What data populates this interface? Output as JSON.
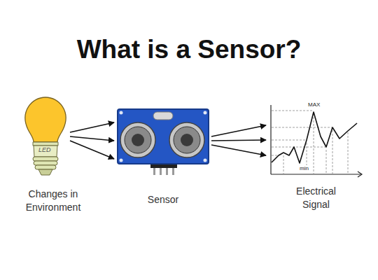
{
  "diagram": {
    "title": "What is a Sensor?",
    "nodes": [
      {
        "text": [
          "Changes in Environment"
        ]
      },
      {
        "text": [
          "Sensor"
        ]
      },
      {
        "text": [
          "Electrical Signal"
        ]
      }
    ],
    "edges": [
      {
        "from": 0,
        "to": 1,
        "arrow": "to"
      },
      {
        "from": 0,
        "to": 1,
        "arrow": "to"
      },
      {
        "from": 0,
        "to": 1,
        "arrow": "to"
      },
      {
        "from": 1,
        "to": 2,
        "arrow": "to"
      },
      {
        "from": 1,
        "to": 2,
        "arrow": "to"
      },
      {
        "from": 1,
        "to": 2,
        "arrow": "to"
      }
    ],
    "labels": [
      "LED",
      "MAX",
      "min"
    ]
  }
}
